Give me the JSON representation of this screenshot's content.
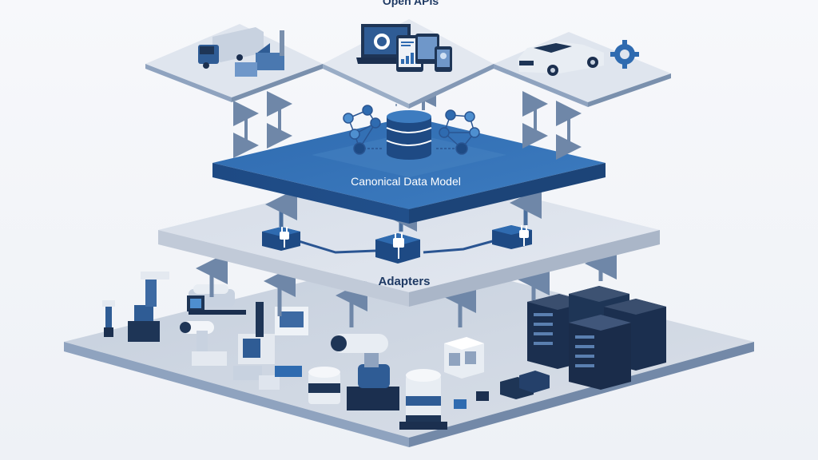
{
  "diagram": {
    "title": "Open APIs",
    "layers": {
      "consumers": {
        "label": "Open APIs",
        "platforms": [
          {
            "name": "logistics",
            "items": [
              "truck",
              "factory",
              "boxes"
            ]
          },
          {
            "name": "apps",
            "items": [
              "laptop-gear",
              "tablet-chart",
              "tablet",
              "smartphone"
            ]
          },
          {
            "name": "automotive",
            "items": [
              "car",
              "gear"
            ]
          }
        ]
      },
      "canonical": {
        "label": "Canonical Data Model",
        "items": [
          "database",
          "network-graph-left",
          "network-graph-right"
        ]
      },
      "adapters": {
        "label": "Adapters",
        "items": [
          "plug-adapter-left",
          "plug-adapter-center",
          "plug-adapter-right"
        ]
      },
      "sources": {
        "label": "",
        "items": [
          "robot-arm",
          "cnc-machine",
          "roller-machine",
          "sensor-post",
          "control-panel",
          "robot-arm-white",
          "storage-cylinder",
          "industrial-robot",
          "building",
          "server-racks",
          "devices"
        ]
      }
    },
    "connections": [
      {
        "from": "consumers",
        "to": "canonical",
        "type": "bidirectional",
        "count": 4
      },
      {
        "from": "adapters",
        "to": "canonical",
        "type": "up",
        "count": 3
      },
      {
        "from": "sources",
        "to": "adapters",
        "type": "up",
        "count": 6
      }
    ],
    "colors": {
      "background": "#f4f6f9",
      "dark_blue": "#1e4a84",
      "mid_blue": "#2f6bb0",
      "light_blue": "#4e8fd0",
      "navy": "#1b2f4f",
      "platform_top": "#dfe5ee",
      "platform_side": "#8fa3bf",
      "arrow": "#6f87a8",
      "label_dark": "#1f3a64",
      "label_light": "#ffffff"
    }
  }
}
